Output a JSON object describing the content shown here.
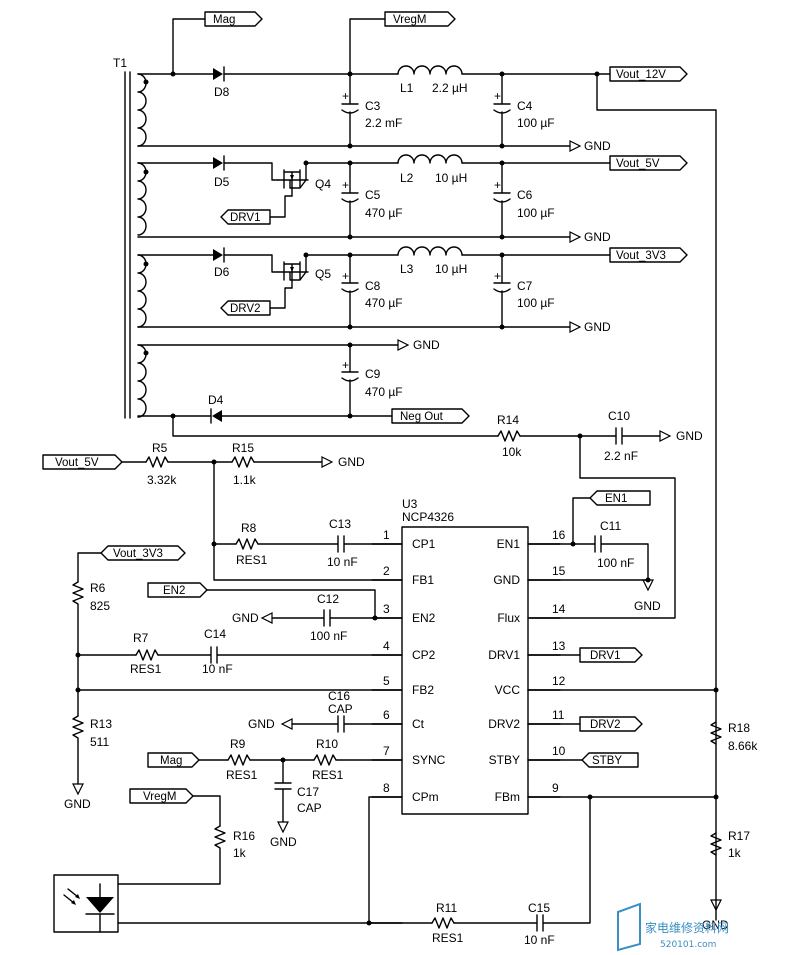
{
  "labels": {
    "T1": "T1",
    "D8": "D8",
    "D5": "D5",
    "D6": "D6",
    "D4": "D4",
    "L1": "L1",
    "L1v": "2.2 µH",
    "L2": "L2",
    "L2v": "10 µH",
    "L3": "L3",
    "L3v": "10 µH",
    "C3": "C3",
    "C3v": "2.2 mF",
    "C4": "C4",
    "C4v": "100 µF",
    "C5": "C5",
    "C5v": "470 µF",
    "C6": "C6",
    "C6v": "100 µF",
    "C8": "C8",
    "C8v": "470 µF",
    "C7": "C7",
    "C7v": "100 µF",
    "C9": "C9",
    "C9v": "470 µF",
    "Q4": "Q4",
    "Q5": "Q5",
    "R14": "R14",
    "R14v": "10k",
    "C10": "C10",
    "C10v": "2.2 nF",
    "R5": "R5",
    "R5v": "3.32k",
    "R15": "R15",
    "R15v": "1.1k",
    "U3": "U3",
    "U3v": "NCP4326",
    "R8": "R8",
    "R8v": "RES1",
    "C13": "C13",
    "C13v": "10 nF",
    "C11": "C11",
    "C11v": "100 nF",
    "C12": "C12",
    "C12v": "100 nF",
    "R6": "R6",
    "R6v": "825",
    "R7": "R7",
    "R7v": "RES1",
    "C14": "C14",
    "C14v": "10 nF",
    "R13": "R13",
    "R13v": "511",
    "C16": "C16",
    "C16v": "CAP",
    "R9": "R9",
    "R9v": "RES1",
    "R10": "R10",
    "R10v": "RES1",
    "C17": "C17",
    "C17v": "CAP",
    "R16": "R16",
    "R16v": "1k",
    "R18": "R18",
    "R18v": "8.66k",
    "R17": "R17",
    "R17v": "1k",
    "R11": "R11",
    "R11v": "RES1",
    "C15": "C15",
    "C15v": "10 nF"
  },
  "ports": {
    "Mag": "Mag",
    "VregM": "VregM",
    "Vout_12V": "Vout_12V",
    "Vout_5V": "Vout_5V",
    "Vout_3V3": "Vout_3V3",
    "DRV1": "DRV1",
    "DRV2": "DRV2",
    "NegOut": "Neg Out",
    "Vout_5V_in": "Vout_5V",
    "Vout_3V3_in": "Vout_3V3",
    "EN1": "EN1",
    "EN2": "EN2",
    "DRV1_out": "DRV1",
    "DRV2_out": "DRV2",
    "STBY": "STBY",
    "Mag_in": "Mag",
    "VregM_in": "VregM",
    "GND": "GND"
  },
  "pins": {
    "left": [
      {
        "num": "1",
        "name": "CP1"
      },
      {
        "num": "2",
        "name": "FB1"
      },
      {
        "num": "3",
        "name": "EN2"
      },
      {
        "num": "4",
        "name": "CP2"
      },
      {
        "num": "5",
        "name": "FB2"
      },
      {
        "num": "6",
        "name": "Ct"
      },
      {
        "num": "7",
        "name": "SYNC"
      },
      {
        "num": "8",
        "name": "CPm"
      }
    ],
    "right": [
      {
        "num": "16",
        "name": "EN1"
      },
      {
        "num": "15",
        "name": "GND"
      },
      {
        "num": "14",
        "name": "Flux"
      },
      {
        "num": "13",
        "name": "DRV1"
      },
      {
        "num": "12",
        "name": "VCC"
      },
      {
        "num": "11",
        "name": "DRV2"
      },
      {
        "num": "10",
        "name": "STBY"
      },
      {
        "num": "9",
        "name": "FBm"
      }
    ]
  },
  "watermark": {
    "cn": "家电维修资料网",
    "url": "520101.com"
  }
}
